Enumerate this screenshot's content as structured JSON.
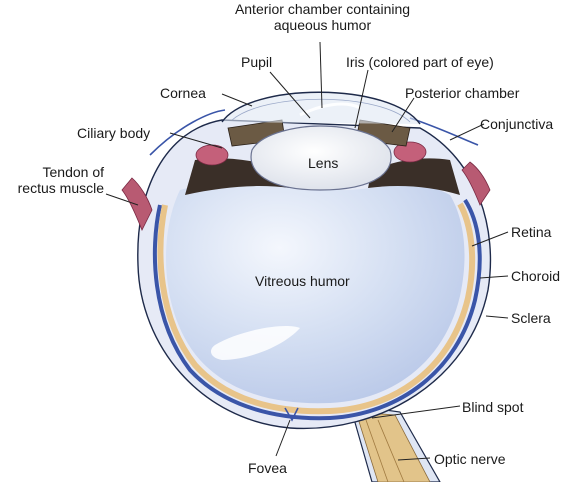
{
  "labels": {
    "anterior_chamber_line1": "Anterior chamber containing",
    "anterior_chamber_line2": "aqueous humor",
    "pupil": "Pupil",
    "iris": "Iris (colored part of eye)",
    "cornea": "Cornea",
    "posterior_chamber": "Posterior chamber",
    "ciliary_body": "Ciliary body",
    "conjunctiva": "Conjunctiva",
    "tendon_line1": "Tendon of",
    "tendon_line2": "rectus muscle",
    "lens": "Lens",
    "retina": "Retina",
    "choroid": "Choroid",
    "sclera": "Sclera",
    "vitreous_humor": "Vitreous humor",
    "blind_spot": "Blind spot",
    "optic_nerve": "Optic nerve",
    "fovea": "Fovea"
  },
  "colors": {
    "vitreous": "#c9d6ee",
    "vitreous_light": "#f2f6fd",
    "sclera": "#e6eaf6",
    "choroid": "#3a55a8",
    "retina": "#e8c48a",
    "lens": "#eef1f6",
    "iris": "#6b5a44",
    "ciliary": "#c4607a",
    "muscle": "#b85a72",
    "nerve": "#e2c48a",
    "outline": "#1e2a4a",
    "leader": "#222222"
  }
}
